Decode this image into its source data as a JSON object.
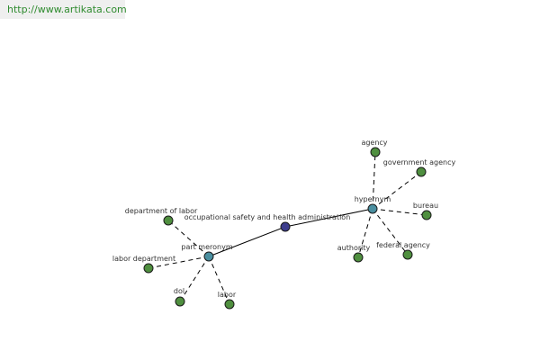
{
  "banner": {
    "url": "http://www.artikata.com"
  },
  "diagram": {
    "center": {
      "label": "occupational safety and health administration",
      "color": "#3c3c8c"
    },
    "hubs": [
      {
        "id": "hypernyn",
        "label": "hypernym",
        "color": "#4a8fa0"
      },
      {
        "id": "meronym",
        "label": "part meronym",
        "color": "#4a8fa0"
      }
    ],
    "leaves": {
      "hypernym": [
        "agency",
        "government agency",
        "bureau",
        "federal agency",
        "authority"
      ],
      "meronym": [
        "department of labor",
        "labor department",
        "dol",
        "labor"
      ]
    },
    "leaf_color": "#4f8f3f"
  }
}
